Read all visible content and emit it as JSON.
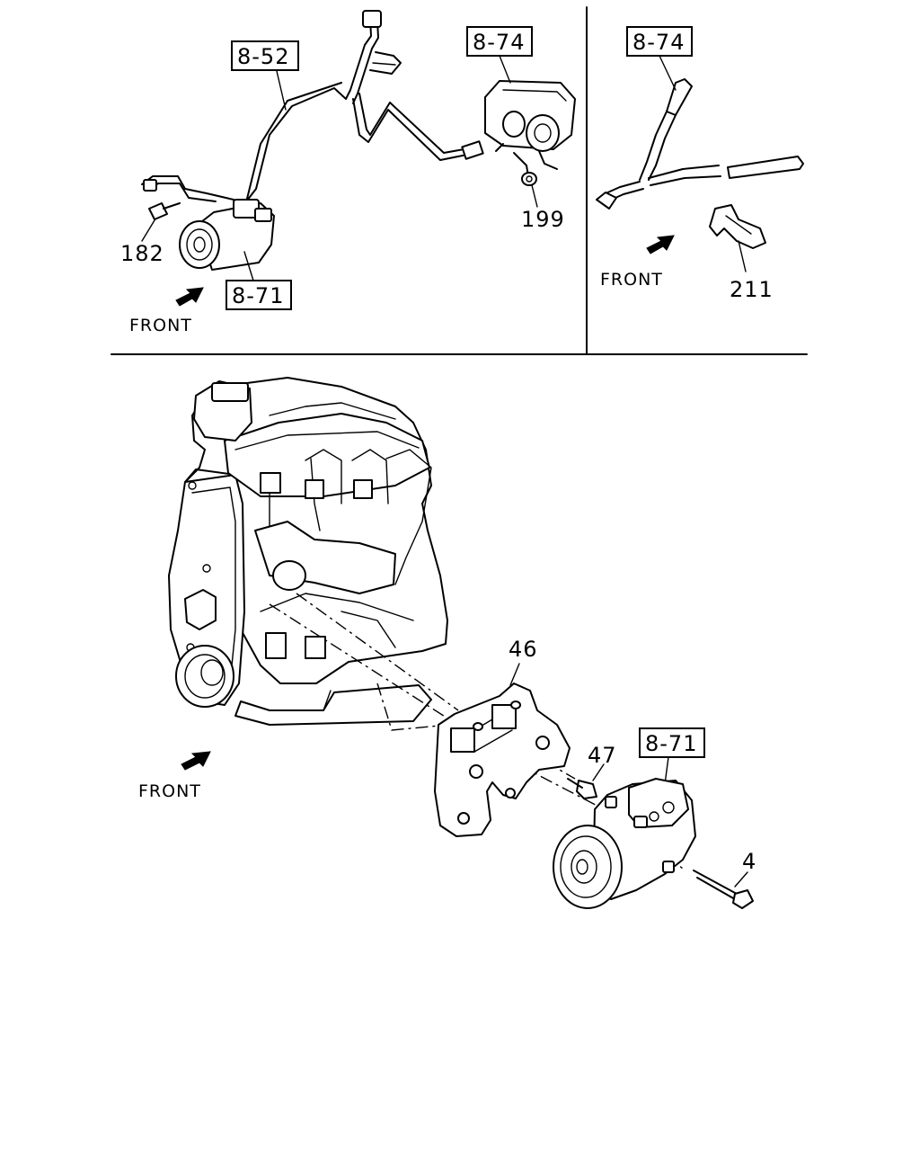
{
  "refs": {
    "ref_852": "8-52",
    "ref_874_a": "8-74",
    "ref_874_b": "8-74",
    "ref_871_a": "8-71",
    "ref_871_b": "8-71"
  },
  "callouts": {
    "c182": "182",
    "c199": "199",
    "c211": "211",
    "c46": "46",
    "c47": "47",
    "c4": "4"
  },
  "front_labels": {
    "f1": "FRONT",
    "f2": "FRONT",
    "f3": "FRONT"
  },
  "icons": [
    "front-direction-arrow-icon"
  ]
}
